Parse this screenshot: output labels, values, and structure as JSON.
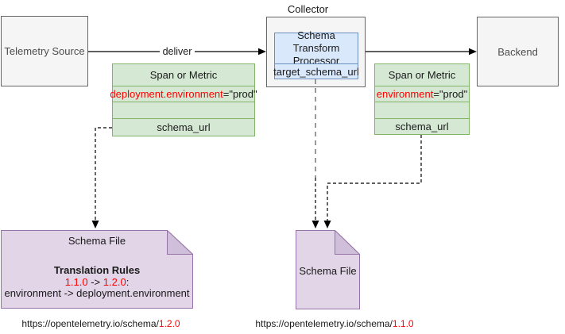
{
  "nodes": {
    "telemetry_source": {
      "label": "Telemetry Source"
    },
    "collector": {
      "label": "Collector"
    },
    "processor": {
      "title": "Schema Transform Processor",
      "field": "target_schema_url"
    },
    "backend": {
      "label": "Backend"
    },
    "span_metric_left": {
      "header": "Span or Metric",
      "attribute_key": "deployment.environment",
      "attribute_value": "=\"prod\"",
      "field": "schema_url"
    },
    "span_metric_right": {
      "header": "Span or Metric",
      "attribute_key": "environment",
      "attribute_value": "=\"prod\"",
      "field": "schema_url"
    },
    "schema_file_left": {
      "title": "Schema File",
      "rules_heading": "Translation Rules",
      "rule_version_from": "1.1.0",
      "rule_arrow": " -> ",
      "rule_version_to": "1.2.0",
      "rule_suffix": ":",
      "rule_mapping": "environment -> deployment.environment"
    },
    "schema_file_right": {
      "title": "Schema File"
    }
  },
  "edges": {
    "deliver_label": "deliver"
  },
  "footer_urls": {
    "left": {
      "base": "https://opentelemetry.io/schema/",
      "version": "1.2.0"
    },
    "right": {
      "base": "https://opentelemetry.io/schema/",
      "version": "1.1.0"
    }
  },
  "colors": {
    "red": "#ff0000",
    "green_fill": "#d5e8d4",
    "green_stroke": "#82b366",
    "blue_fill": "#dae8fc",
    "blue_stroke": "#6c8ebf",
    "purple_fill": "#e1d5e7",
    "purple_stroke": "#9673a6",
    "purple_fold": "#d0bfdb",
    "gray_fill": "#f5f5f5",
    "gray_stroke": "#666666",
    "gray_dash": "#999999"
  }
}
